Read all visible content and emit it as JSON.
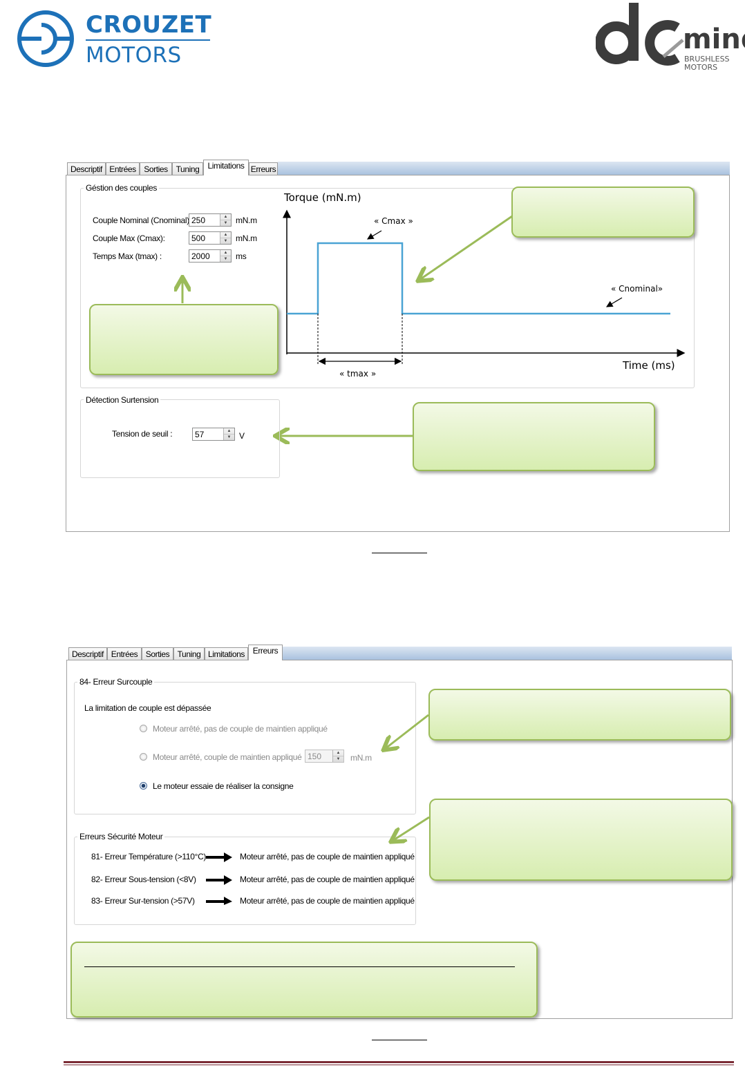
{
  "logos": {
    "crouzet_name": "CROUZET",
    "crouzet_sub": "MOTORS",
    "dcmind_mark": "dc",
    "dcmind_word": "mind",
    "dcmind_sub1": "BRUSHLESS",
    "dcmind_sub2": "MOTORS"
  },
  "screen1": {
    "tabs": [
      "Descriptif",
      "Entrées",
      "Sorties",
      "Tuning",
      "Limitations",
      "Erreurs"
    ],
    "active_tab": "Limitations",
    "gestion": {
      "title": "Géstion des couples",
      "fields": [
        {
          "label": "Couple Nominal (Cnominal):",
          "value": "250",
          "unit": "mN.m"
        },
        {
          "label": "Couple Max (Cmax):",
          "value": "500",
          "unit": "mN.m"
        },
        {
          "label": "Temps Max (tmax) :",
          "value": "2000",
          "unit": "ms"
        }
      ]
    },
    "graph": {
      "y_label": "Torque (mN.m)",
      "x_label": "Time (ms)",
      "cmax_label": "« Cmax »",
      "cnominal_label": "« Cnominal»",
      "tmax_label": "« tmax »"
    },
    "surtension": {
      "title": "Détection Surtension",
      "label": "Tension de seuil :",
      "value": "57",
      "unit": "V"
    }
  },
  "screen2": {
    "tabs": [
      "Descriptif",
      "Entrées",
      "Sorties",
      "Tuning",
      "Limitations",
      "Erreurs"
    ],
    "active_tab": "Erreurs",
    "surcouple": {
      "title": "84- Erreur Surcouple",
      "description": "La limitation de couple est dépassée",
      "options": [
        {
          "label": "Moteur arrêté, pas de couple de maintien appliqué",
          "checked": false
        },
        {
          "label": "Moteur arrêté, couple de maintien appliqué",
          "checked": false,
          "value": "150",
          "unit": "mN.m"
        },
        {
          "label": "Le moteur essaie de réaliser la consigne",
          "checked": true
        }
      ]
    },
    "securite": {
      "title": "Erreurs Sécurité Moteur",
      "rows": [
        {
          "error": "81- Erreur Température (>110°C)",
          "result": "Moteur arrêté, pas de couple de maintien appliqué"
        },
        {
          "error": "82- Erreur Sous-tension (<8V)",
          "result": "Moteur arrêté, pas de couple de maintien appliqué"
        },
        {
          "error": "83- Erreur Sur-tension (>57V)",
          "result": "Moteur arrêté, pas de couple de maintien appliqué"
        }
      ]
    }
  },
  "colors": {
    "brand_blue": "#1d71b8",
    "graph_line": "#4aa3d4",
    "callout_border": "#9bbb59",
    "footer_rule": "#7b2c35"
  }
}
